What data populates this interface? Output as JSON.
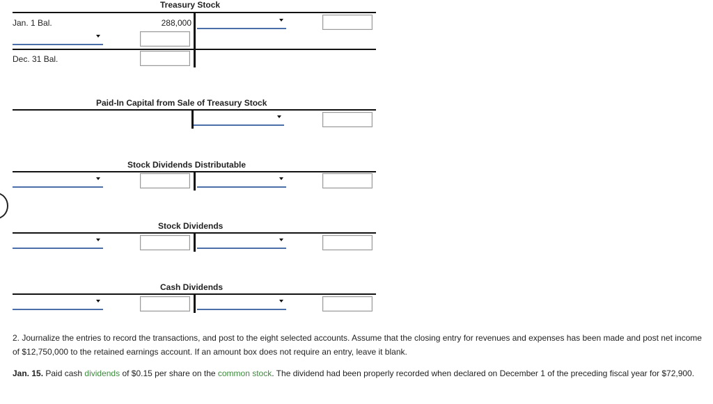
{
  "accounts": {
    "treasury_stock": {
      "title": "Treasury Stock",
      "jan_label": "Jan. 1 Bal.",
      "jan_value": "288,000",
      "dec_label": "Dec. 31 Bal."
    },
    "paid_in_capital": {
      "title": "Paid-In Capital from Sale of Treasury Stock"
    },
    "stock_dividends_distributable": {
      "title": "Stock Dividends Distributable"
    },
    "stock_dividends": {
      "title": "Stock Dividends"
    },
    "cash_dividends": {
      "title": "Cash Dividends"
    }
  },
  "instructions": {
    "part2_prefix": "2. Journalize the entries to record the transactions, and post to the eight selected accounts. Assume that the closing entry for revenues and expenses has been made and post net income of $12,750,000 to the retained earnings account. If an amount box does not require an entry, leave it blank.",
    "jan15_date": "Jan. 15.",
    "jan15_text_a": " Paid cash ",
    "jan15_link1": "dividends",
    "jan15_text_b": " of $0.15 per share on the ",
    "jan15_link2": "common stock",
    "jan15_text_c": ". The dividend had been properly recorded when declared on December 1 of the preceding fiscal year for $72,900."
  }
}
